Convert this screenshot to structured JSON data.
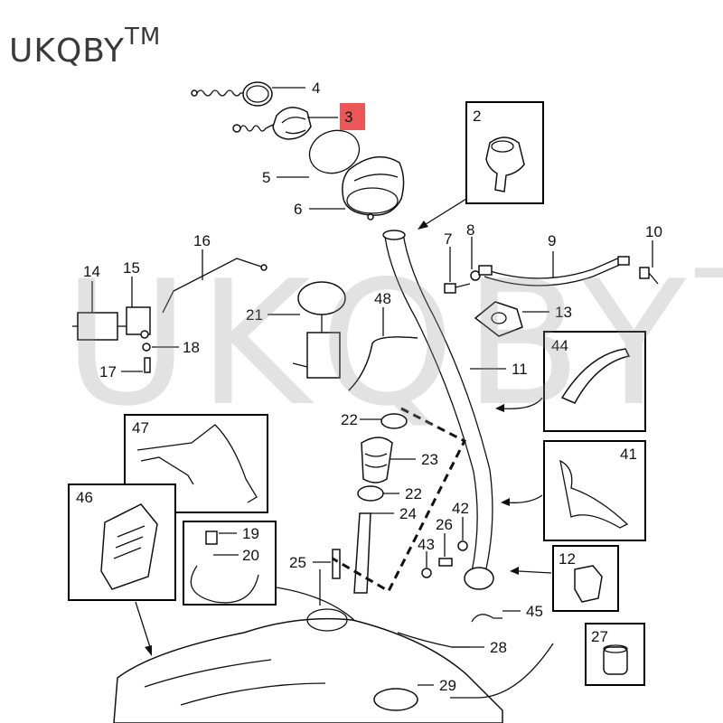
{
  "brand": {
    "name": "UKQBY",
    "mark": "TM"
  },
  "watermark": {
    "name": "UKQBY",
    "mark": "TM"
  },
  "highlight_color": "#e83a3a",
  "highlighted_part": "3",
  "part_numbers": {
    "p2": "2",
    "p3": "3",
    "p4": "4",
    "p5": "5",
    "p6": "6",
    "p7": "7",
    "p8": "8",
    "p9": "9",
    "p10": "10",
    "p11": "11",
    "p12": "12",
    "p13": "13",
    "p14": "14",
    "p15": "15",
    "p16": "16",
    "p17": "17",
    "p18": "18",
    "p19": "19",
    "p20": "20",
    "p21": "21",
    "p22a": "22",
    "p22b": "22",
    "p23": "23",
    "p24": "24",
    "p25": "25",
    "p26": "26",
    "p27": "27",
    "p28": "28",
    "p29": "29",
    "p41": "41",
    "p42": "42",
    "p43": "43",
    "p44": "44",
    "p45": "45",
    "p46": "46",
    "p47": "47",
    "p48": "48"
  }
}
